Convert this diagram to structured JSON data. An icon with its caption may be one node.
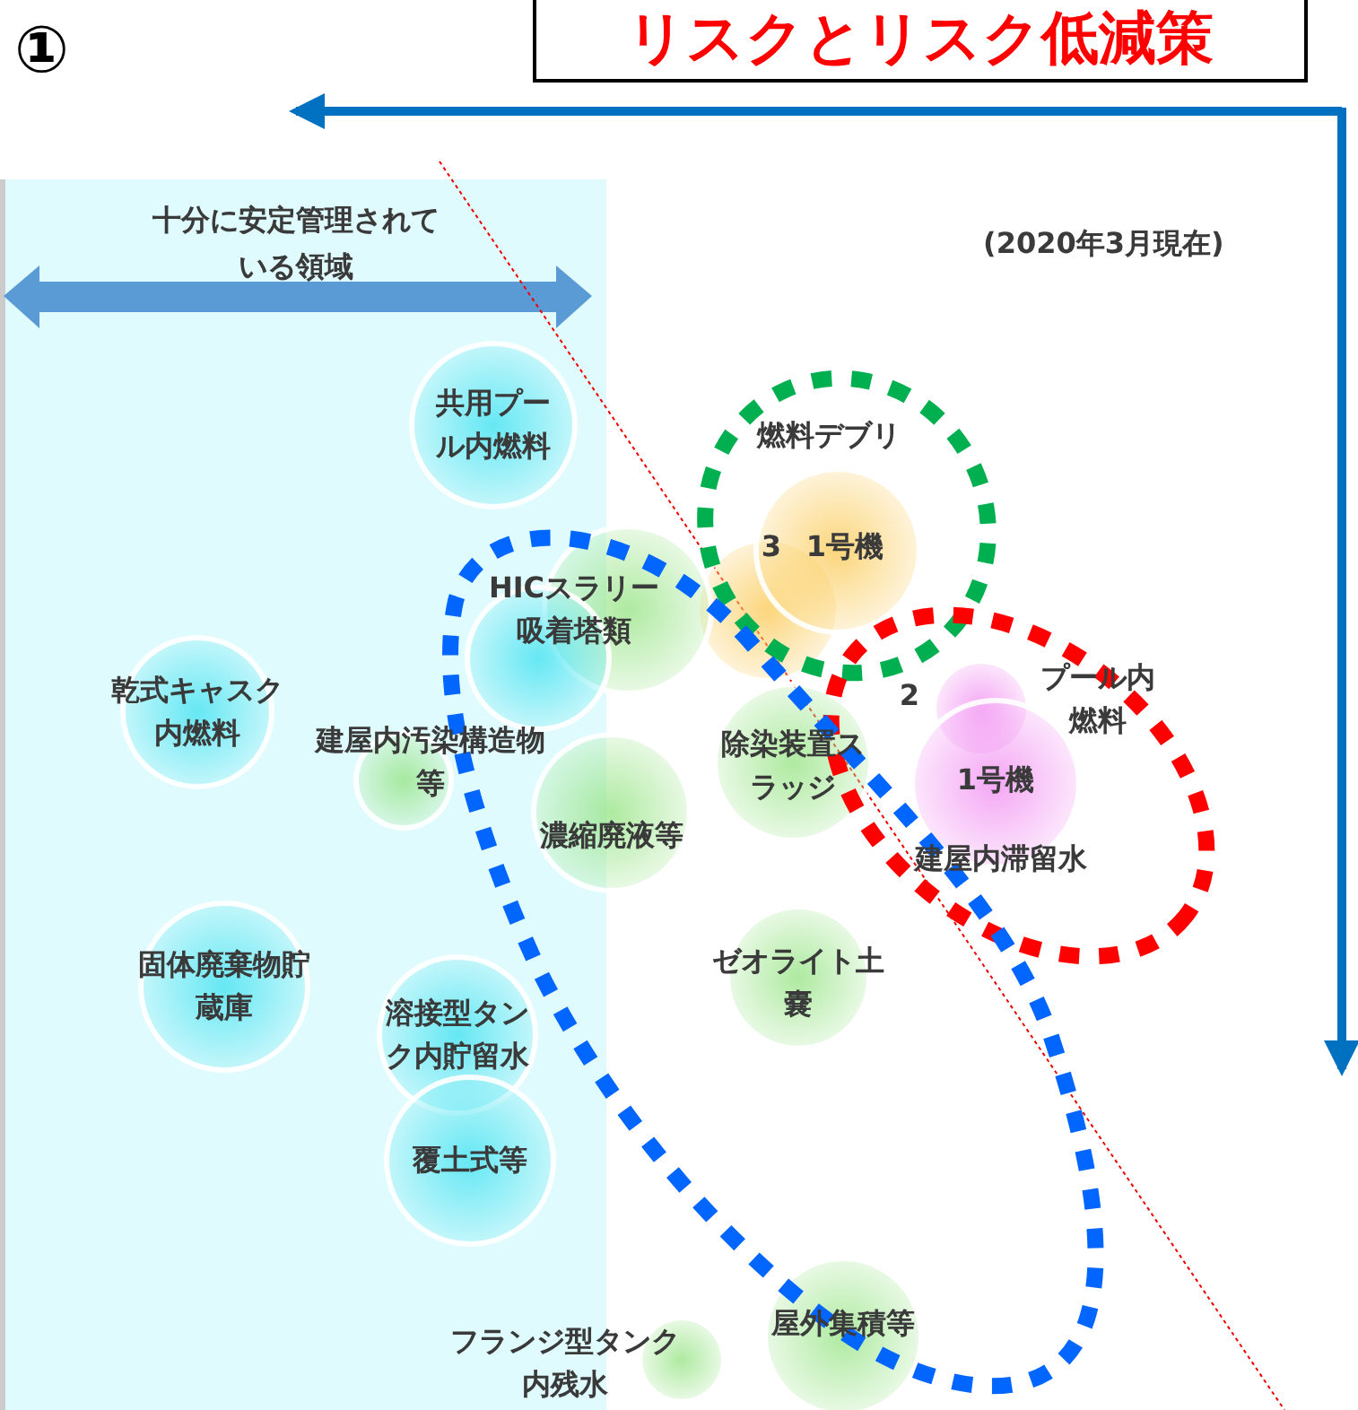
{
  "diagram": {
    "title": "リスクとリスク低減策",
    "nodes": [
      {
        "text": [
          "共用プール内燃料"
        ]
      },
      {
        "text": [
          "燃料デブリ",
          "3",
          "1号機",
          "2"
        ]
      },
      {
        "text": [
          "HICスラリー吸着塔類"
        ]
      },
      {
        "text": [
          "乾式キャスク内燃料"
        ]
      },
      {
        "text": [
          "建屋内汚染構造物等"
        ]
      },
      {
        "text": [
          "濃縮廃液等"
        ]
      },
      {
        "text": [
          "除染装置スラッジ"
        ]
      },
      {
        "text": [
          "プール内燃料"
        ]
      },
      {
        "text": [
          "1号機",
          "建屋内滞留水"
        ]
      },
      {
        "text": [
          "ゼオライト土嚢"
        ]
      },
      {
        "text": [
          "固体廃棄物貯蔵庫"
        ]
      },
      {
        "text": [
          "溶接型タンク内貯留水"
        ]
      },
      {
        "text": [
          "覆土式等"
        ]
      },
      {
        "text": [
          "フランジ型タンク内残水"
        ]
      },
      {
        "text": [
          "屋外集積等"
        ]
      }
    ],
    "labels": [
      "①",
      "十分に安定管理されている領域",
      "(2020年3月現在)"
    ]
  }
}
